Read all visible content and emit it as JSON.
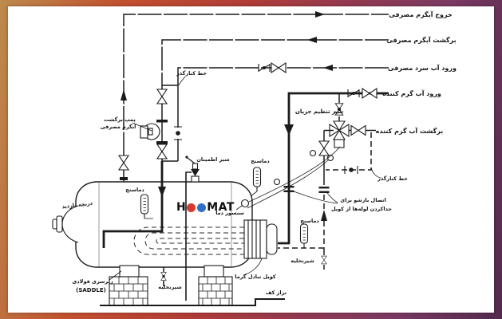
{
  "frame": {
    "background_gradient": [
      "#bd8a4d",
      "#c2502f",
      "#b03c38",
      "#94394f",
      "#7c3a63",
      "#532a4e"
    ],
    "card_color": "#ffffff",
    "ink_color": "#1b1b1b"
  },
  "logo": {
    "left": "H",
    "right": "MAT",
    "dot_red_color": "#d8392e",
    "dot_blue_color": "#2f6fc4"
  },
  "line_labels": {
    "hot_water_out": "خروج آبگرم مصرفی",
    "hot_water_return": "برگشت آبگرم مصرفی",
    "cold_water_in": "ورود آب سرد مصرفی",
    "heating_water_in": "ورود آب گرم کننده",
    "heating_water_return": "برگشت آب گرم کننده"
  },
  "component_labels": {
    "flow_regulating_valve": "شیر تنظیم جریان",
    "bypass_line_top": "خط کنارگذر",
    "bypass_line_right": "خط کنارگذر",
    "union_note_line1": "اتصال بازشو برای",
    "union_note_line2": "جداکردن لوله‌ها از کویل",
    "thermometer": "دماسنج",
    "safety_valve": "شیر اطمینان",
    "temp_sensor": "سنسور دما",
    "inspection_door": "دریچه بازدید",
    "pump_label_line1": "پمپ برگشت",
    "pump_label_line2": "آبگرم مصرفی",
    "saddle_fa": "زیرسری فولادی",
    "saddle_en": "(SADDLE)",
    "drain_valve": "شیرتخلیه",
    "heat_exchange_coil": "کویل تبادل گرما",
    "floor_level": "تراز کف"
  }
}
